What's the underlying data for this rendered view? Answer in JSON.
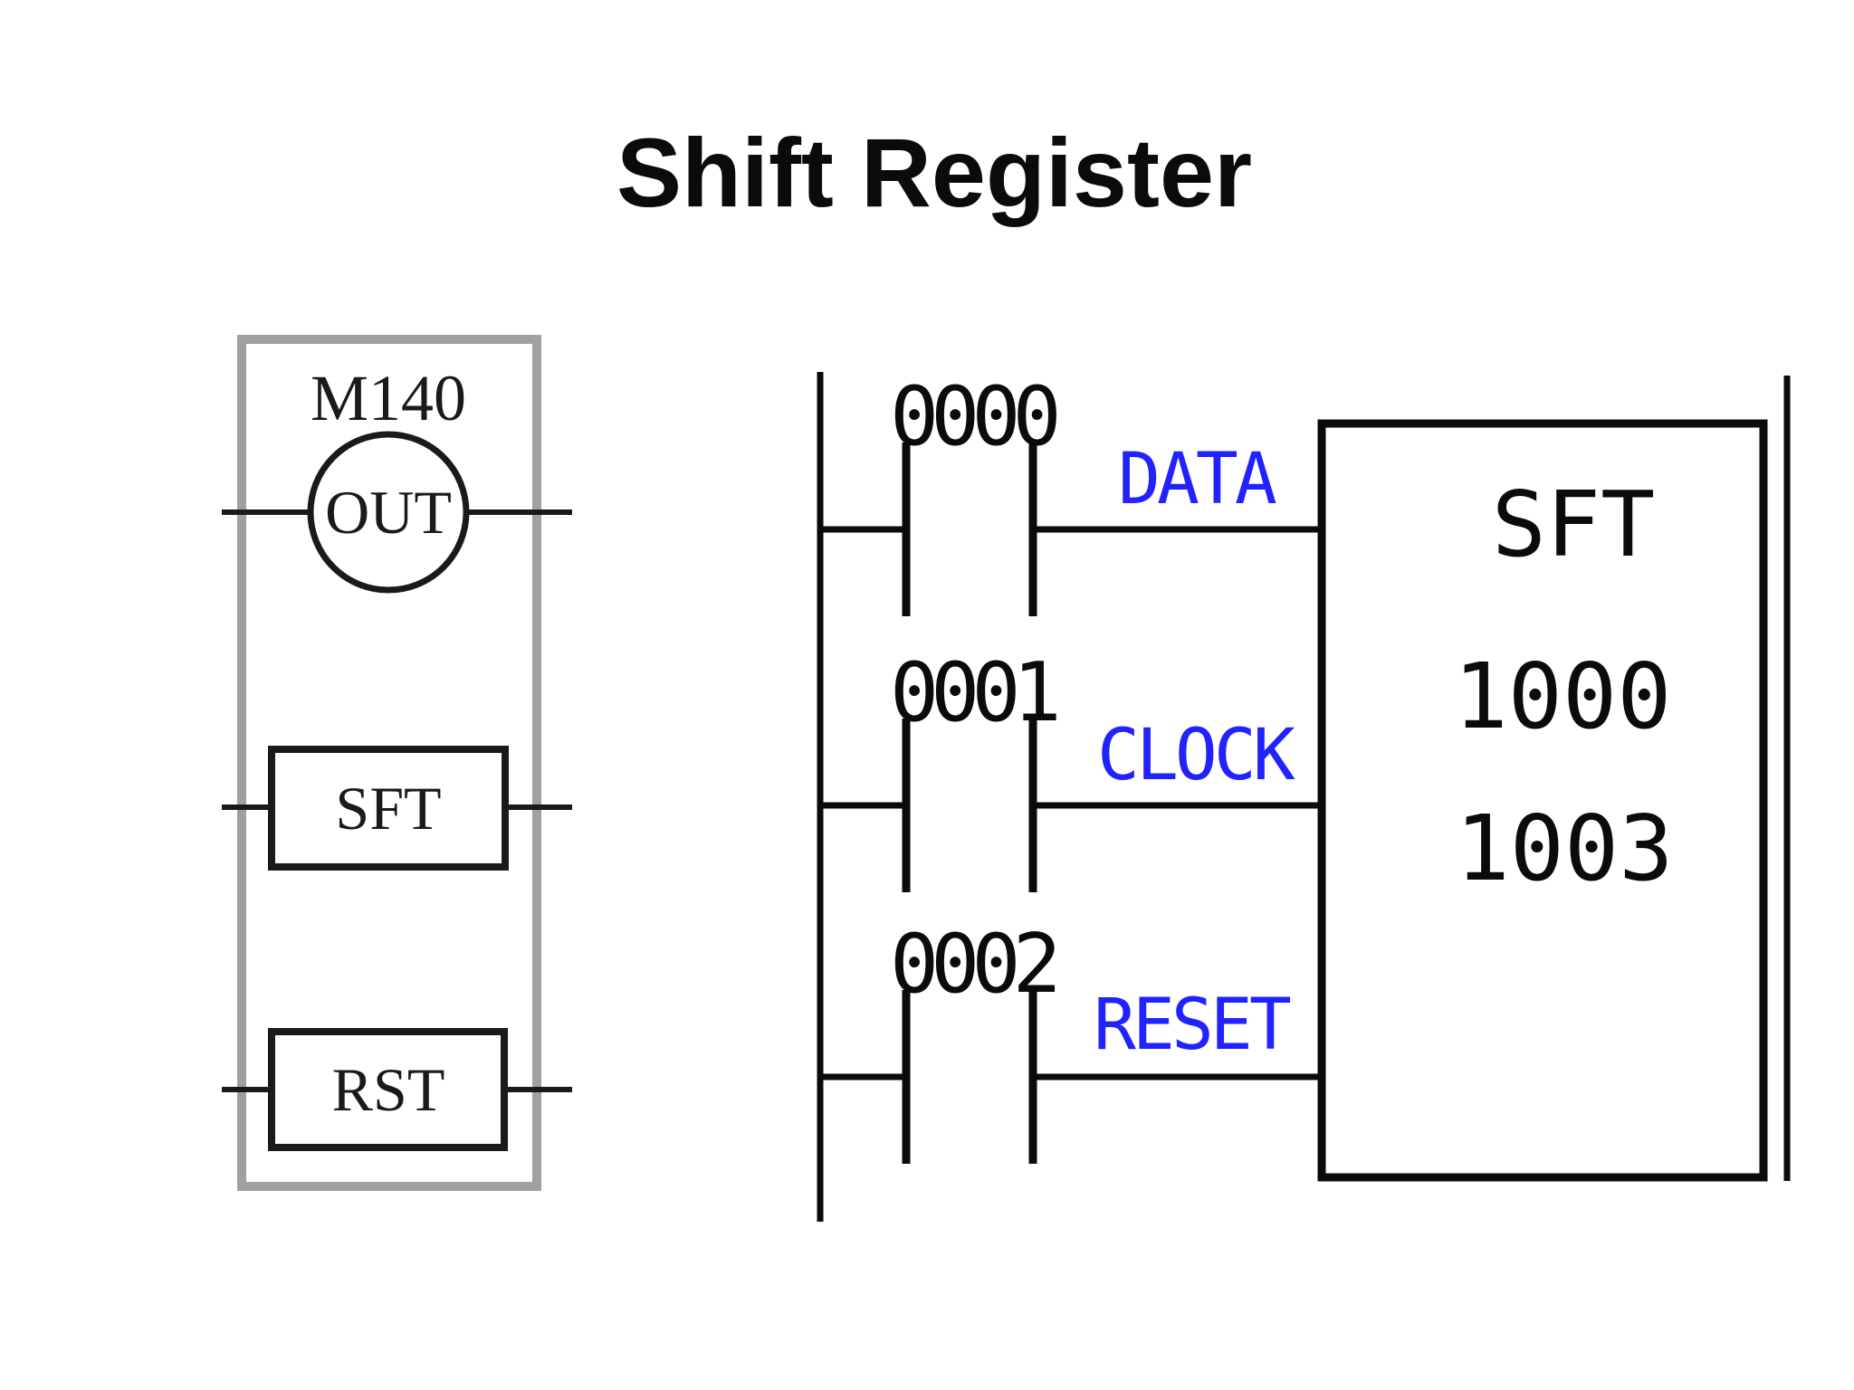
{
  "title": "Shift Register",
  "colors": {
    "line": "#1a1a1a",
    "gray_frame": "#a0a0a0",
    "label_blue": "#2222ff",
    "background": "#ffffff"
  },
  "left_diagram": {
    "coil_address": "M140",
    "coil_label": "OUT",
    "shift_instruction": "SFT",
    "reset_instruction": "RST"
  },
  "ladder": {
    "rungs": [
      {
        "contact": "0000",
        "label": "DATA"
      },
      {
        "contact": "0001",
        "label": "CLOCK"
      },
      {
        "contact": "0002",
        "label": "RESET"
      }
    ],
    "function_block": {
      "name": "SFT",
      "start_address": "1000",
      "end_address": "1003"
    }
  }
}
